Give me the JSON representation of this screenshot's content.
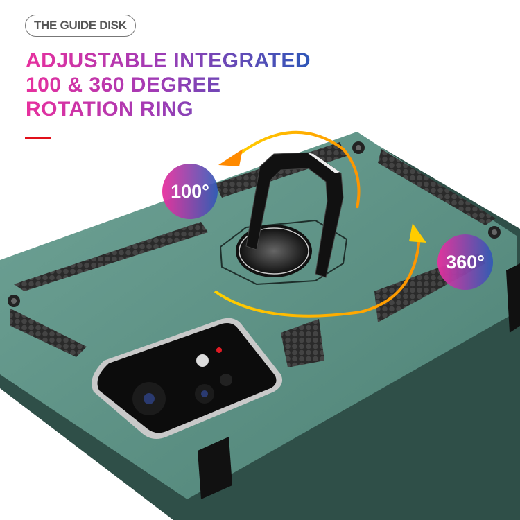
{
  "tag": {
    "label": "THE GUIDE DISK"
  },
  "headline": {
    "lines": [
      "ADJUSTABLE INTEGRATED",
      "100 & 360 DEGREE",
      "ROTATION RING"
    ],
    "gradient": [
      "#e8309e",
      "#a23bb5",
      "#2e57b8"
    ]
  },
  "accent_bar_color": "#e1101a",
  "badges": [
    {
      "label": "100°",
      "icon": "counterclockwise-arrow-icon"
    },
    {
      "label": "360°",
      "icon": "rotation-arrow-icon"
    }
  ],
  "product": {
    "case_color": "#5f9488",
    "description": "Rugged phone case with ring kickstand"
  }
}
